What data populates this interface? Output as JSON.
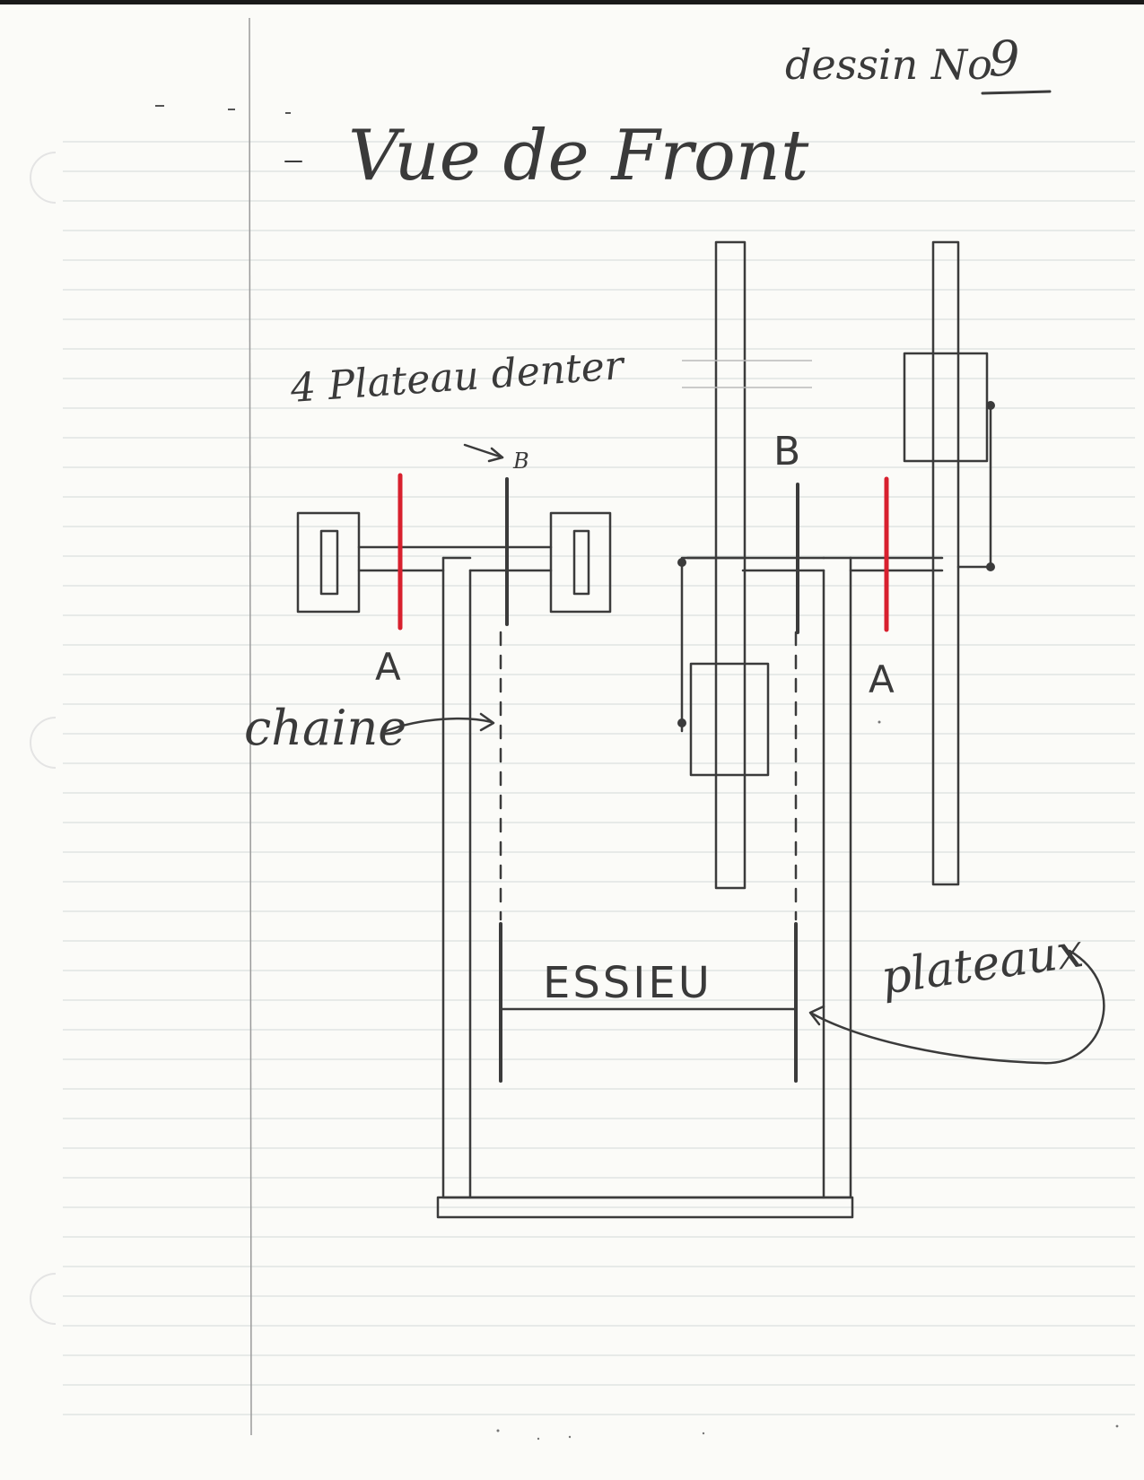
{
  "drawing_number_label": "dessin No",
  "drawing_number": "9",
  "title": "Vue de Front",
  "labels": {
    "sprockets": "4 Plateau denter",
    "b_small": "B",
    "b_large": "B",
    "a_left": "A",
    "a_right": "A",
    "chain": "chaine",
    "axle": "ESSIEU",
    "plates": "plateaux"
  },
  "colors": {
    "ink": "#3b3b3b",
    "red_marker": "#d8202e",
    "ruled_line": "#cfd6d4",
    "margin_line": "#9a9a9a"
  }
}
